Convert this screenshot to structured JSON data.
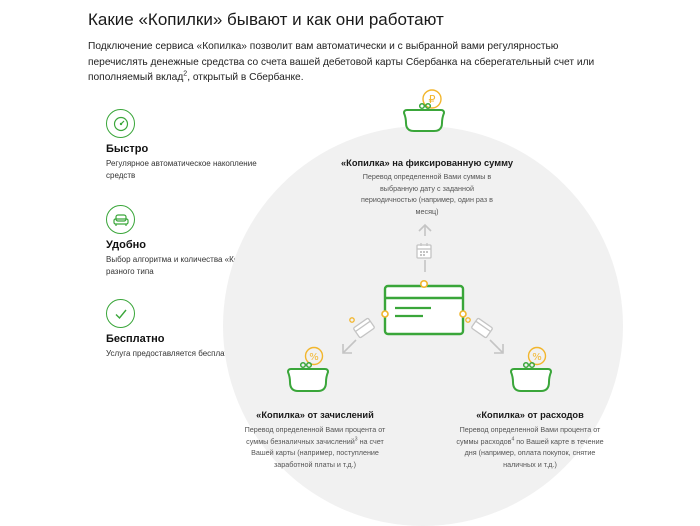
{
  "page": {
    "title": "Какие «Копилки» бывают и как они работают",
    "intro": "Подключение сервиса «Копилка» позволит вам автоматически и с выбранной вами регулярностью перечислять денежные средства со счета вашей дебетовой карты Сбербанка на сберегательный счет или пополняемый вклад",
    "intro_sup": "2",
    "intro_tail": ", открытый в Сбербанке."
  },
  "features": [
    {
      "icon": "speedometer-icon",
      "title": "Быстро",
      "text": "Регулярное автоматическое накопление средств"
    },
    {
      "icon": "armchair-icon",
      "title": "Удобно",
      "text": " Выбор алгоритма и количества «Копилок» разного типа"
    },
    {
      "icon": "checkmark-icon",
      "title": "Бесплатно",
      "text": "Услуга предоставляется бесплатно."
    }
  ],
  "schemes": {
    "fixed": {
      "title": "«Копилка»  на фиксированную сумму",
      "text": "Перевод определенной Вами суммы в выбранную дату с заданной периодичностью (например, один раз в месяц)"
    },
    "income": {
      "title": "«Копилка» от зачислений",
      "text1": "Перевод определенной Вами процента от суммы безналичных зачислений",
      "sup": "3",
      "text2": " на счет Вашей карты (например, поступление заработной платы и т.д.)"
    },
    "expense": {
      "title": "«Копилка» от расходов",
      "text1": "Перевод определенной Вами процента от суммы расходов",
      "sup": "4",
      "text2": " по Вашей карте в течение дня (например, оплата покупок, снятие наличных и т.д.)"
    }
  },
  "icons": {
    "top_badge": "₽",
    "side_badge": "%",
    "center": "bank-card-icon",
    "calendar": "calendar-icon"
  },
  "colors": {
    "green": "#3aa63a",
    "gold": "#f2b62d",
    "gray": "#c4c4c4",
    "circle": "#f1f1f1"
  }
}
